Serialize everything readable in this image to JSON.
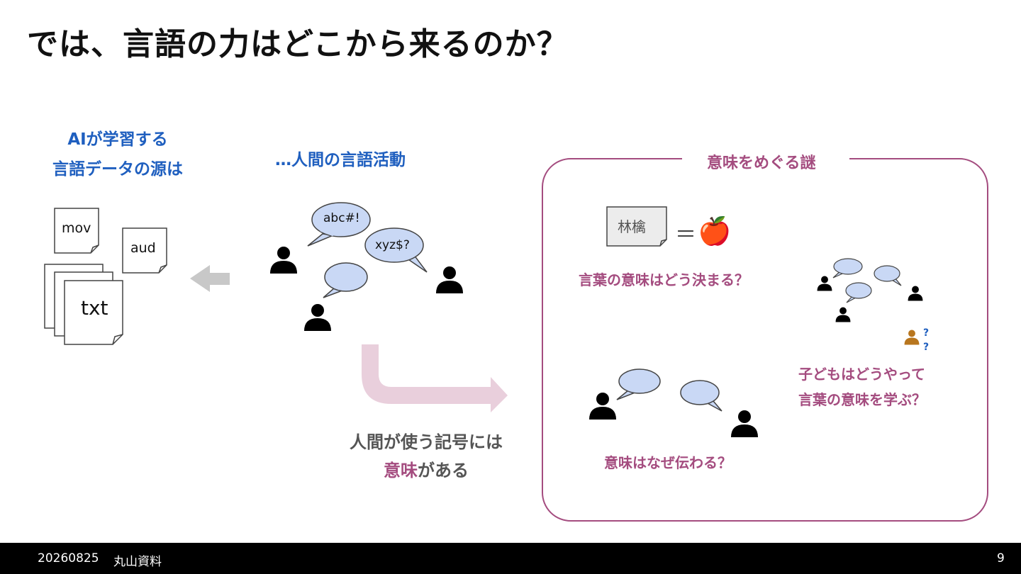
{
  "title": "では、言語の力はどこから来るのか？",
  "left": {
    "heading_line1": "AIが学習する",
    "heading_line2": "言語データの源は",
    "files": [
      "mov",
      "aud",
      "txt"
    ]
  },
  "middle": {
    "heading": "…人間の言語活動",
    "bubbles": [
      "abc#!",
      "xyz$?"
    ],
    "caption_line1": "人間が使う記号には",
    "caption_em": "意味",
    "caption_rest": "がある"
  },
  "mystery": {
    "heading": "意味をめぐる謎",
    "card_word": "林檎",
    "equals": "＝",
    "apple": "🍎",
    "q1": "言葉の意味はどう決まる？",
    "q2_line1": "子どもはどうやって",
    "q2_line2": "言葉の意味を学ぶ？",
    "q3": "意味はなぜ伝わる？",
    "child_marks": [
      "?",
      "?"
    ]
  },
  "footer": {
    "date": "20260825",
    "author": "丸山資料",
    "page": "9"
  },
  "colors": {
    "heading_blue": "#1f5fbf",
    "accent_magenta": "#a44c7f",
    "bubble_fill": "#c9d8f5",
    "arrow_pink": "#e9cfdc",
    "arrow_gray": "#c8c8c8",
    "child_icon": "#b8761e"
  }
}
